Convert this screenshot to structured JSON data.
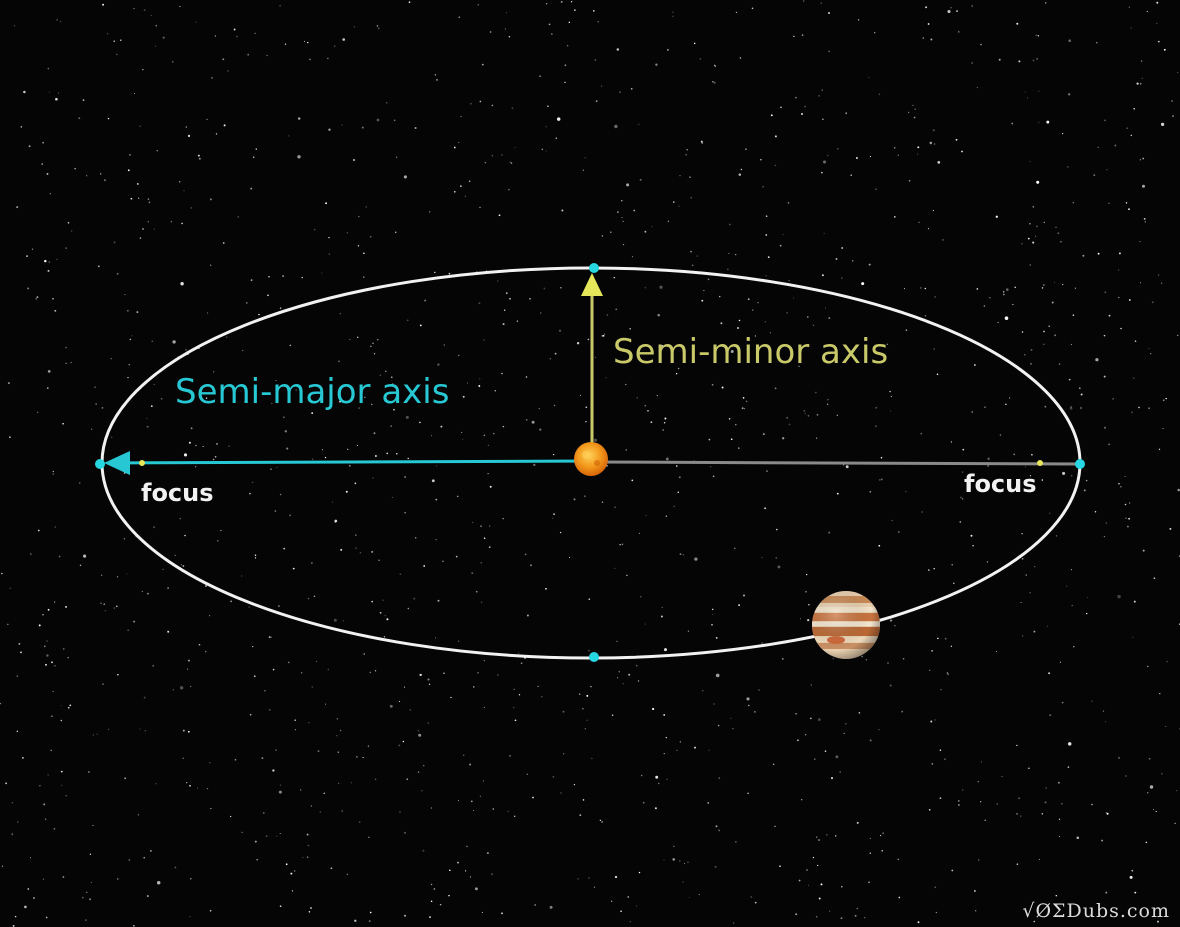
{
  "labels": {
    "semi_major": "Semi-major axis",
    "semi_minor": "Semi-minor axis",
    "focus_left": "focus",
    "focus_right": "focus"
  },
  "watermark": "√ØΣDubs.com",
  "icons": {
    "star": "sun-icon",
    "planet": "jupiter-icon"
  },
  "colors": {
    "background": "#050505",
    "orbit": "#f2f2f2",
    "semi_major": "#27c8d4",
    "semi_minor": "#c9c96a",
    "focus_label": "#f2f2f2",
    "sun": "#f08a10",
    "axis_remainder": "#8a8a8a"
  }
}
